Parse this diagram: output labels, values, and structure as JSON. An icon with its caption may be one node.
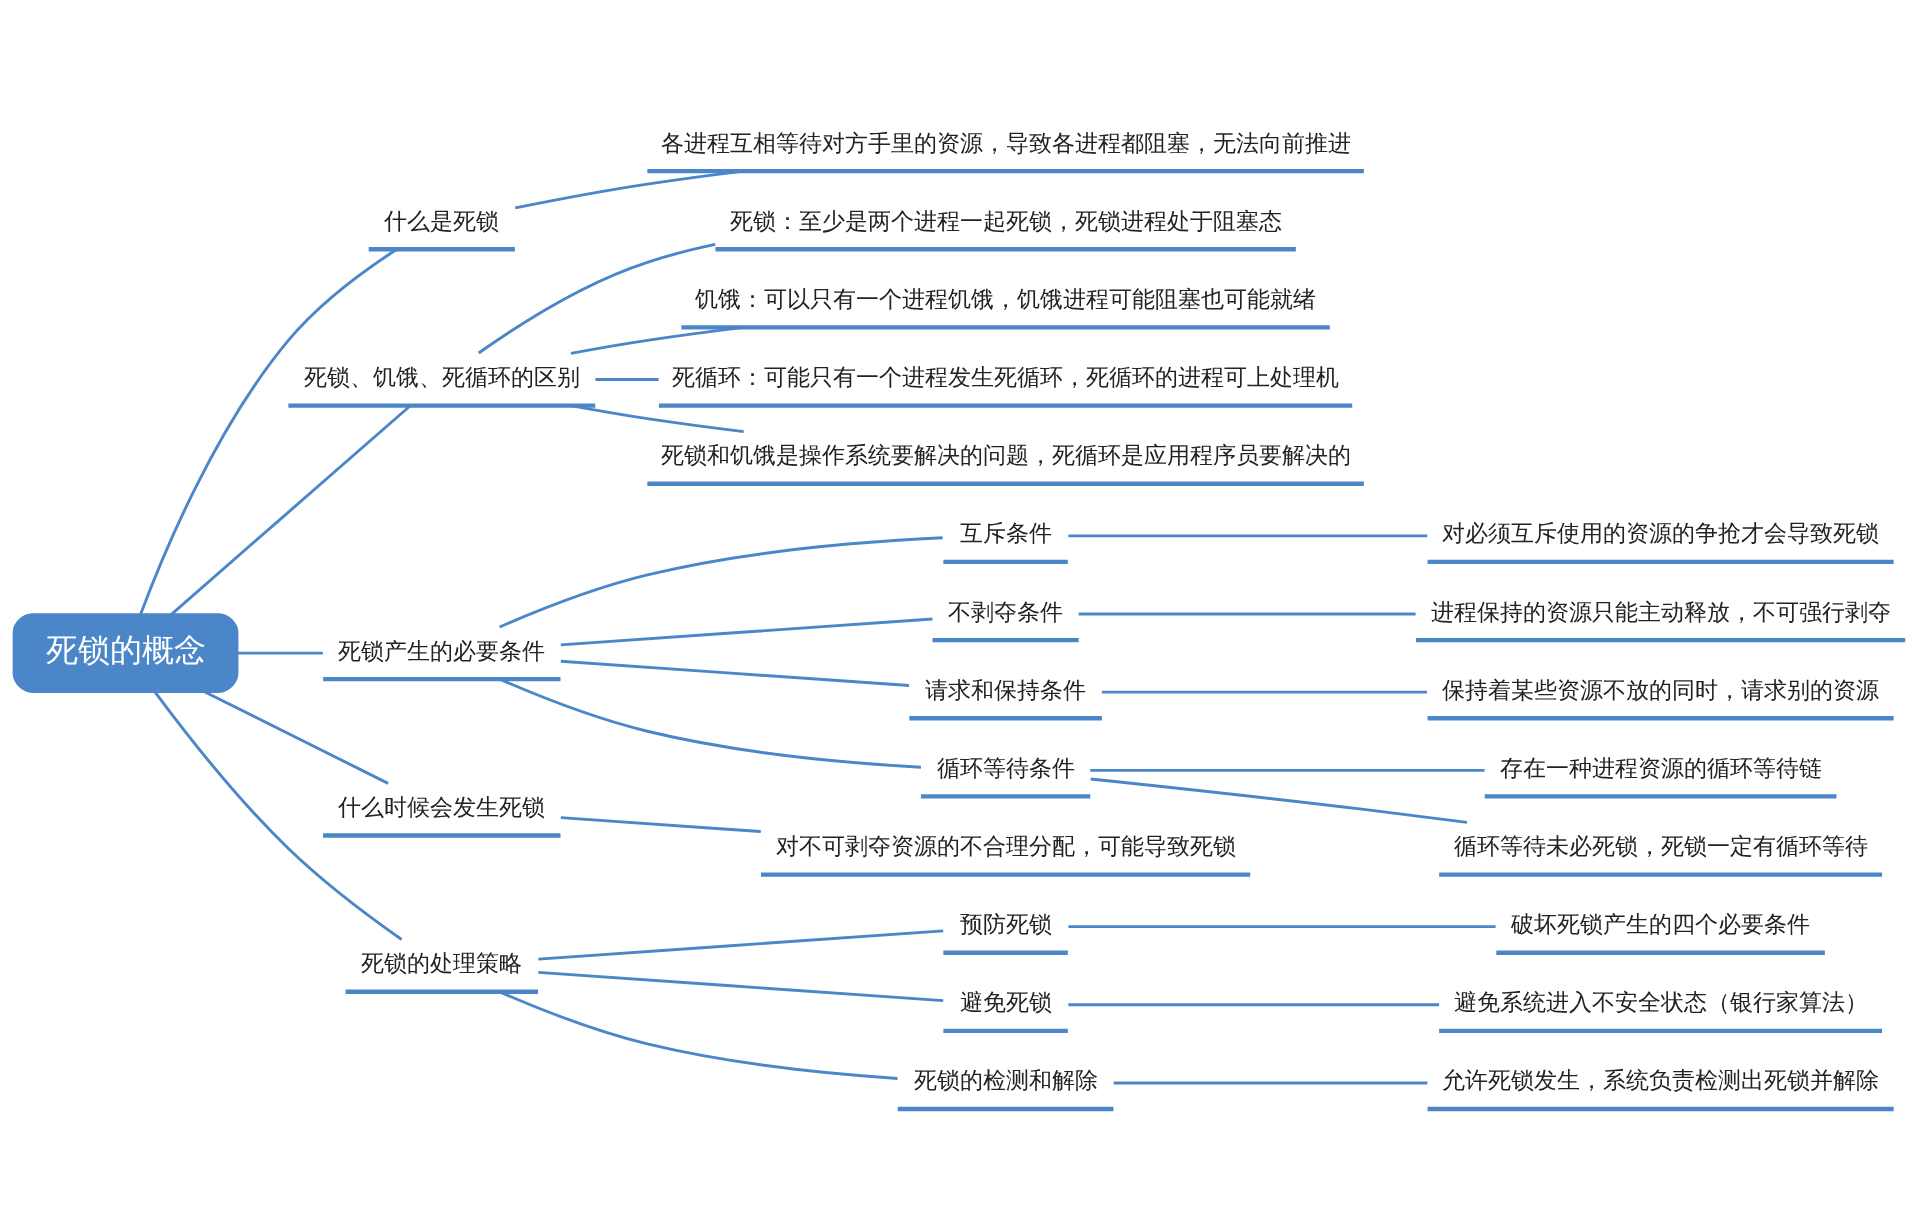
{
  "diagram": {
    "nodes": [
      {
        "text": [
          "死锁的概念"
        ]
      },
      {
        "text": [
          "什么是死锁"
        ]
      },
      {
        "text": [
          "各进程互相等待对方手里的资源，导致各进程都阻塞，无法向前推进"
        ]
      },
      {
        "text": [
          "死锁、饥饿、死循环的区别"
        ]
      },
      {
        "text": [
          "死锁：至少是两个进程一起死锁，死锁进程处于阻塞态"
        ]
      },
      {
        "text": [
          "饥饿：可以只有一个进程饥饿，饥饿进程可能阻塞也可能就绪"
        ]
      },
      {
        "text": [
          "死循环：可能只有一个进程发生死循环，死循环的进程可上处理机"
        ]
      },
      {
        "text": [
          "死锁和饥饿是操作系统要解决的问题，死循环是应用程序员要解决的"
        ]
      },
      {
        "text": [
          "死锁产生的必要条件"
        ]
      },
      {
        "text": [
          "互斥条件"
        ]
      },
      {
        "text": [
          "对必须互斥使用的资源的争抢才会导致死锁"
        ]
      },
      {
        "text": [
          "不剥夺条件"
        ]
      },
      {
        "text": [
          "进程保持的资源只能主动释放，不可强行剥夺"
        ]
      },
      {
        "text": [
          "请求和保持条件"
        ]
      },
      {
        "text": [
          "保持着某些资源不放的同时，请求别的资源"
        ]
      },
      {
        "text": [
          "循环等待条件"
        ]
      },
      {
        "text": [
          "存在一种进程资源的循环等待链"
        ]
      },
      {
        "text": [
          "循环等待未必死锁，死锁一定有循环等待"
        ]
      },
      {
        "text": [
          "什么时候会发生死锁"
        ]
      },
      {
        "text": [
          "对不可剥夺资源的不合理分配，可能导致死锁"
        ]
      },
      {
        "text": [
          "死锁的处理策略"
        ]
      },
      {
        "text": [
          "预防死锁"
        ]
      },
      {
        "text": [
          "破坏死锁产生的四个必要条件"
        ]
      },
      {
        "text": [
          "避免死锁"
        ]
      },
      {
        "text": [
          "避免系统进入不安全状态（银行家算法）"
        ]
      },
      {
        "text": [
          "死锁的检测和解除"
        ]
      },
      {
        "text": [
          "允许死锁发生，系统负责检测出死锁并解除"
        ]
      }
    ],
    "edges": [
      {
        "from": 0,
        "to": 1,
        "arrow": "none"
      },
      {
        "from": 1,
        "to": 2,
        "arrow": "none"
      },
      {
        "from": 0,
        "to": 3,
        "arrow": "none"
      },
      {
        "from": 3,
        "to": 4,
        "arrow": "none"
      },
      {
        "from": 3,
        "to": 5,
        "arrow": "none"
      },
      {
        "from": 3,
        "to": 6,
        "arrow": "none"
      },
      {
        "from": 3,
        "to": 7,
        "arrow": "none"
      },
      {
        "from": 0,
        "to": 8,
        "arrow": "none"
      },
      {
        "from": 8,
        "to": 9,
        "arrow": "none"
      },
      {
        "from": 9,
        "to": 10,
        "arrow": "none"
      },
      {
        "from": 8,
        "to": 11,
        "arrow": "none"
      },
      {
        "from": 11,
        "to": 12,
        "arrow": "none"
      },
      {
        "from": 8,
        "to": 13,
        "arrow": "none"
      },
      {
        "from": 13,
        "to": 14,
        "arrow": "none"
      },
      {
        "from": 8,
        "to": 15,
        "arrow": "none"
      },
      {
        "from": 15,
        "to": 16,
        "arrow": "none"
      },
      {
        "from": 15,
        "to": 17,
        "arrow": "none"
      },
      {
        "from": 0,
        "to": 18,
        "arrow": "none"
      },
      {
        "from": 18,
        "to": 19,
        "arrow": "none"
      },
      {
        "from": 0,
        "to": 20,
        "arrow": "none"
      },
      {
        "from": 20,
        "to": 21,
        "arrow": "none"
      },
      {
        "from": 21,
        "to": 22,
        "arrow": "none"
      },
      {
        "from": 20,
        "to": 23,
        "arrow": "none"
      },
      {
        "from": 23,
        "to": 24,
        "arrow": "none"
      },
      {
        "from": 20,
        "to": 25,
        "arrow": "none"
      },
      {
        "from": 25,
        "to": 26,
        "arrow": "none"
      }
    ]
  }
}
